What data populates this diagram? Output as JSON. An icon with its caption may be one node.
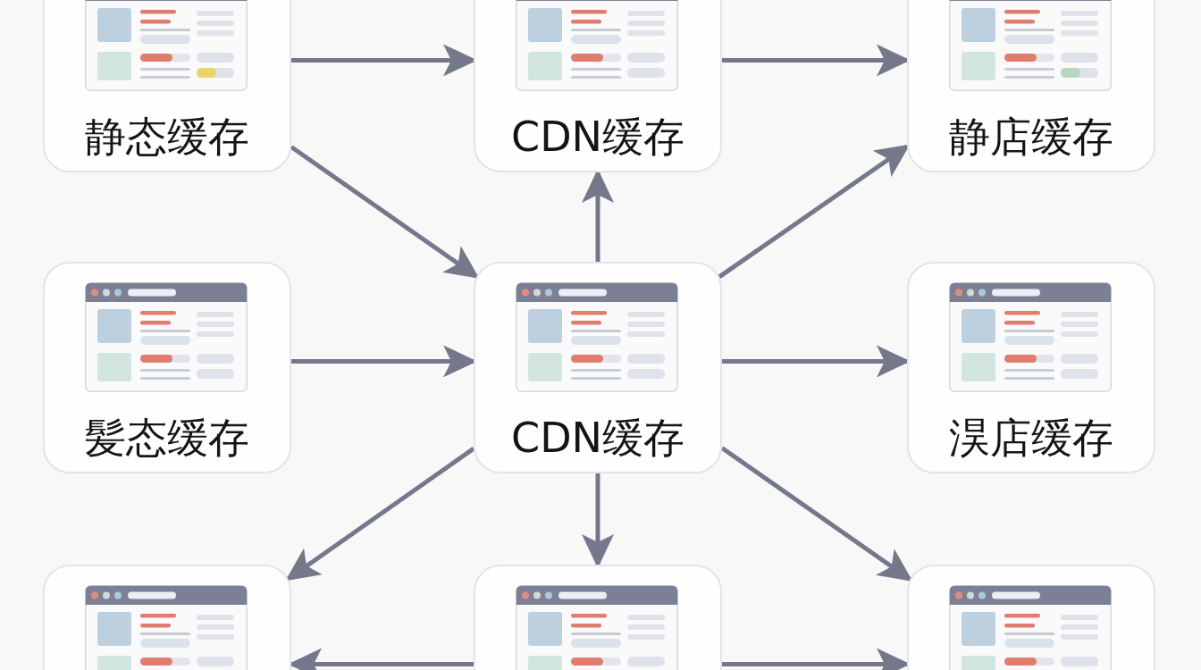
{
  "diagram": {
    "nodes": [
      {
        "text": [
          "静态缓存"
        ]
      },
      {
        "text": [
          "CDN缓存"
        ]
      },
      {
        "text": [
          "静店缓存"
        ]
      },
      {
        "text": [
          "髪态缓存"
        ]
      },
      {
        "text": [
          "CDN缓存"
        ]
      },
      {
        "text": [
          "淏店缓存"
        ]
      },
      {
        "text": [],
        "shape": "box"
      },
      {
        "text": [],
        "shape": "box"
      },
      {
        "text": [],
        "shape": "box"
      }
    ],
    "edges": [
      {
        "from": 0,
        "to": 1,
        "arrow": "to"
      },
      {
        "from": 1,
        "to": 2,
        "arrow": "to"
      },
      {
        "from": 0,
        "to": 4,
        "arrow": "to"
      },
      {
        "from": 4,
        "to": 1,
        "arrow": "to"
      },
      {
        "from": 4,
        "to": 2,
        "arrow": "to"
      },
      {
        "from": 3,
        "to": 4,
        "arrow": "to"
      },
      {
        "from": 4,
        "to": 5,
        "arrow": "to"
      },
      {
        "from": 4,
        "to": 6,
        "arrow": "to"
      },
      {
        "from": 4,
        "to": 7,
        "arrow": "to"
      },
      {
        "from": 4,
        "to": 8,
        "arrow": "to"
      },
      {
        "from": 7,
        "to": 6,
        "arrow": "to"
      },
      {
        "from": 7,
        "to": 8,
        "arrow": "to"
      }
    ]
  }
}
